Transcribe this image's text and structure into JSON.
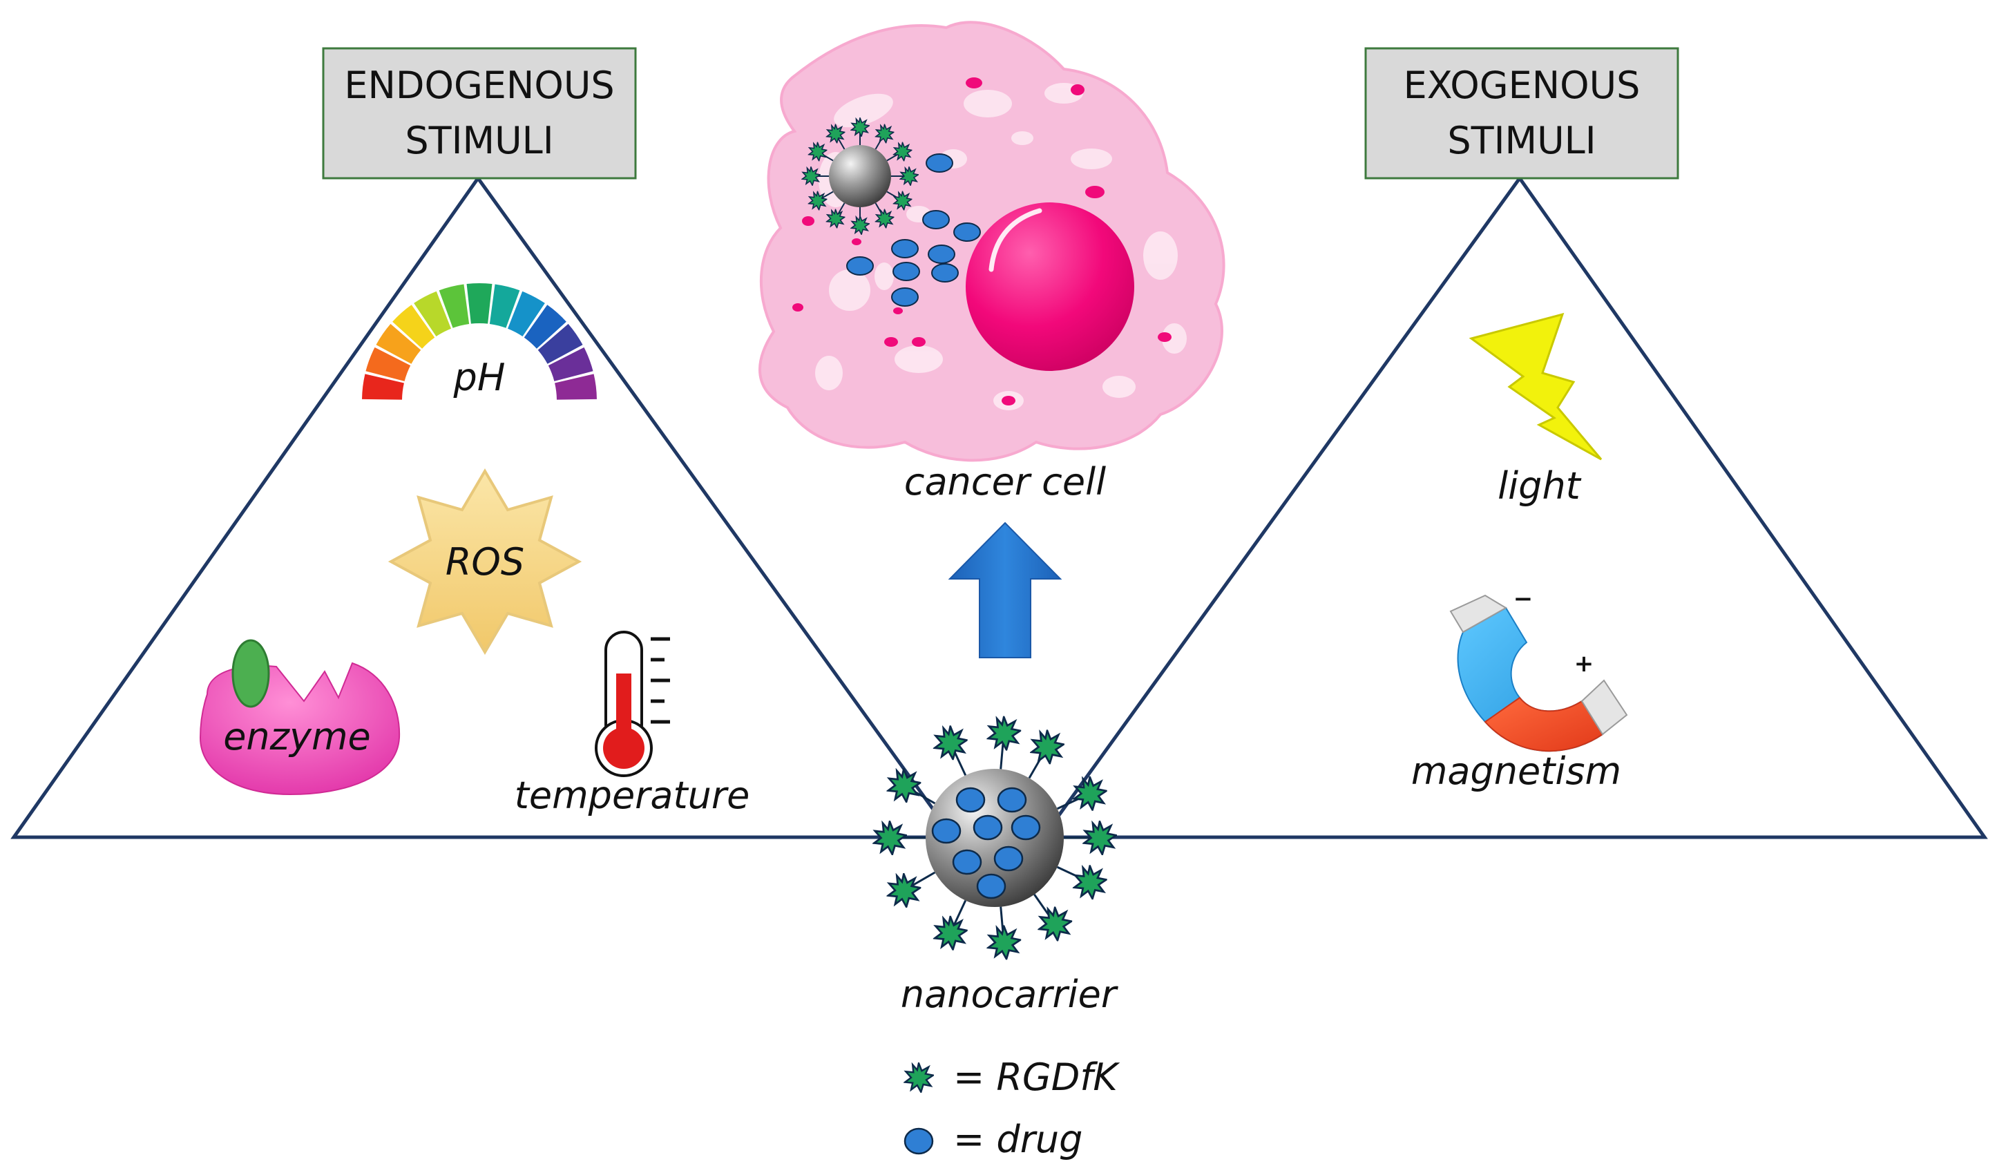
{
  "endogenous": {
    "title_line1": "ENDOGENOUS",
    "title_line2": "STIMULI",
    "stimuli": {
      "ph": "pH",
      "ros": "ROS",
      "enzyme": "enzyme",
      "temperature": "temperature"
    }
  },
  "exogenous": {
    "title_line1": "EXOGENOUS",
    "title_line2": "STIMULI",
    "stimuli": {
      "light": "light",
      "magnetism": "magnetism"
    }
  },
  "center": {
    "cancer_cell": "cancer cell",
    "nanocarrier": "nanocarrier"
  },
  "legend": {
    "rgdfk": "= RGDfK",
    "drug": "= drug"
  },
  "magnet": {
    "minus": "−",
    "plus": "+"
  },
  "colors": {
    "triangle_stroke": "#1f3864",
    "box_fill": "#d9d9d9",
    "box_stroke": "#3e7a3e",
    "arrow": "#1a73c9",
    "drug": "#2f7fd4",
    "rgdfk": "#1fa35a",
    "cell_body": "#f7bedb",
    "nucleus": "#f2087a",
    "enzyme": "#ee3fb5",
    "enzyme_substrate": "#4caf50",
    "ros": "#f5d98a",
    "lightning": "#f2f20c"
  }
}
